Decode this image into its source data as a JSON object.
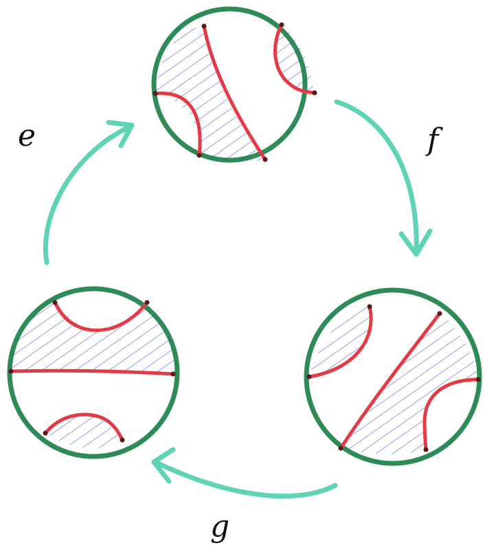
{
  "labels": {
    "e": "e",
    "f": "f",
    "g": "g"
  },
  "colors": {
    "boundary": "#2e8b57",
    "arc": "#e43a45",
    "hatching": "#3b47b8",
    "arrow": "#5fd3b5"
  },
  "diagram": {
    "disks": [
      "top-disk",
      "right-disk",
      "left-disk"
    ],
    "arrows": [
      "arrow-e",
      "arrow-f",
      "arrow-g"
    ]
  }
}
